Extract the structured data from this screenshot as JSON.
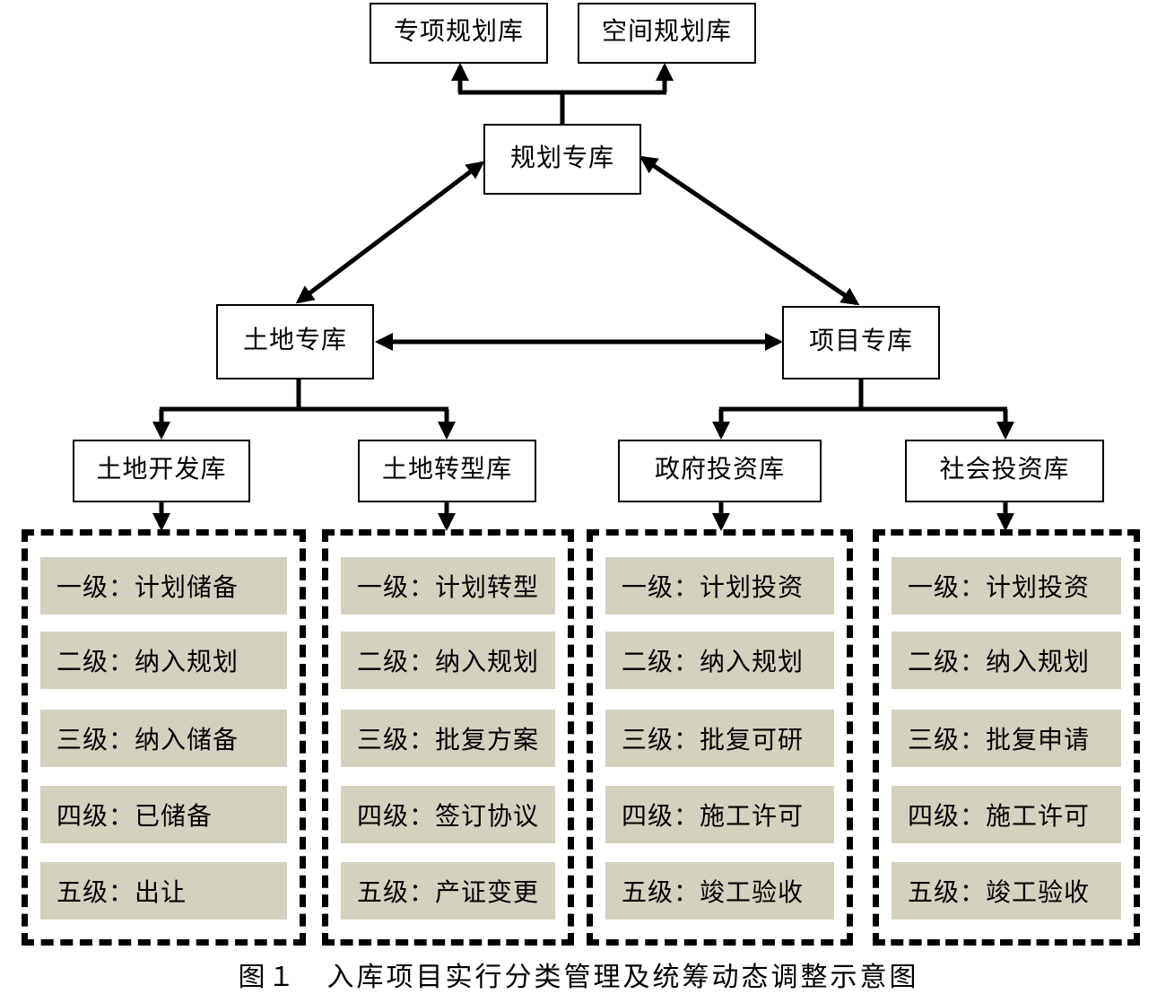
{
  "nodes": {
    "special_plan": "专项规划库",
    "spatial_plan": "空间规划库",
    "planning": "规划专库",
    "land": "土地专库",
    "project": "项目专库",
    "land_dev": "土地开发库",
    "land_trans": "土地转型库",
    "gov_invest": "政府投资库",
    "social_invest": "社会投资库"
  },
  "groups": [
    {
      "levels": [
        "一级：计划储备",
        "二级：纳入规划",
        "三级：纳入储备",
        "四级：已储备",
        "五级：出让"
      ]
    },
    {
      "levels": [
        "一级：计划转型",
        "二级：纳入规划",
        "三级：批复方案",
        "四级：签订协议",
        "五级：产证变更"
      ]
    },
    {
      "levels": [
        "一级：计划投资",
        "二级：纳入规划",
        "三级：批复可研",
        "四级：施工许可",
        "五级：竣工验收"
      ]
    },
    {
      "levels": [
        "一级：计划投资",
        "二级：纳入规划",
        "三级：批复申请",
        "四级：施工许可",
        "五级：竣工验收"
      ]
    }
  ],
  "caption": "图１　入库项目实行分类管理及统筹动态调整示意图",
  "colors": {
    "level_fill": "#d4d1bf",
    "line": "#000000"
  }
}
